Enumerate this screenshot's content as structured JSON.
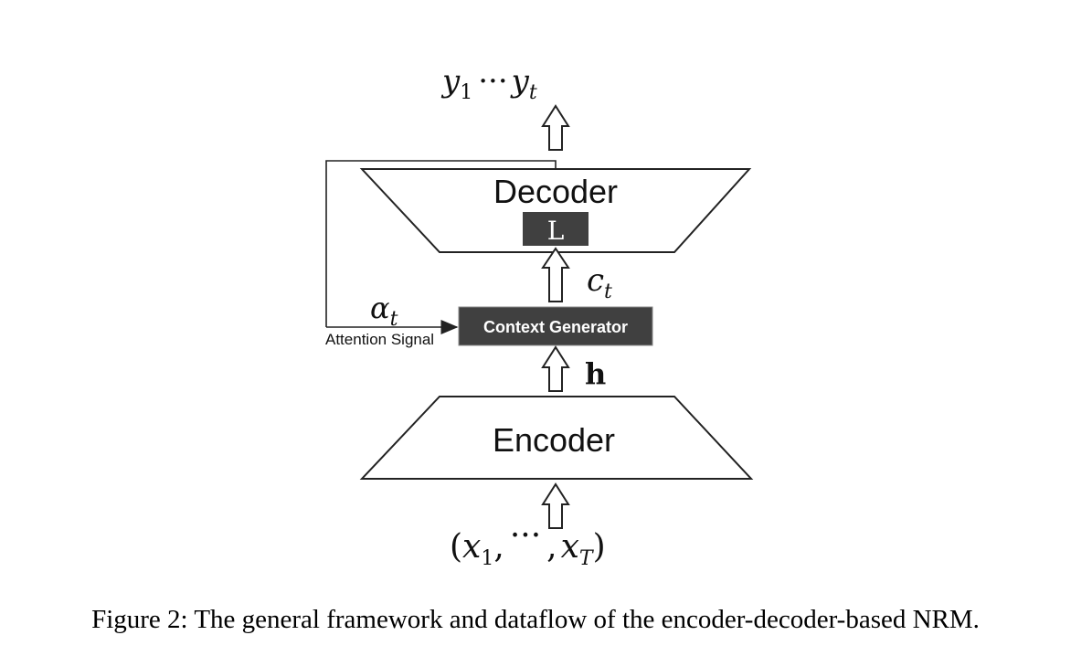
{
  "output_sequence": {
    "y1": "y",
    "y1_sub": "1",
    "dots": "···",
    "yt": "y",
    "yt_sub": "t"
  },
  "decoder": {
    "label": "Decoder",
    "inner_label": "L"
  },
  "context_vector": {
    "symbol": "c",
    "sub": "t"
  },
  "attention": {
    "symbol": "α",
    "sub": "t",
    "label": "Attention Signal"
  },
  "context_generator": {
    "label": "Context Generator"
  },
  "hidden": {
    "symbol": "h"
  },
  "encoder": {
    "label": "Encoder"
  },
  "input_sequence": {
    "open": "(",
    "x1": "x",
    "x1_sub": "1",
    "comma1": ",",
    "dots": "···",
    "comma2": ",",
    "xT": "x",
    "xT_sub": "T",
    "close": ")"
  },
  "caption": "Figure 2: The general framework and dataflow of the encoder-decoder-based NRM.",
  "colors": {
    "box_fill": "#404040",
    "box_text": "#ffffff",
    "stroke": "#222222"
  }
}
